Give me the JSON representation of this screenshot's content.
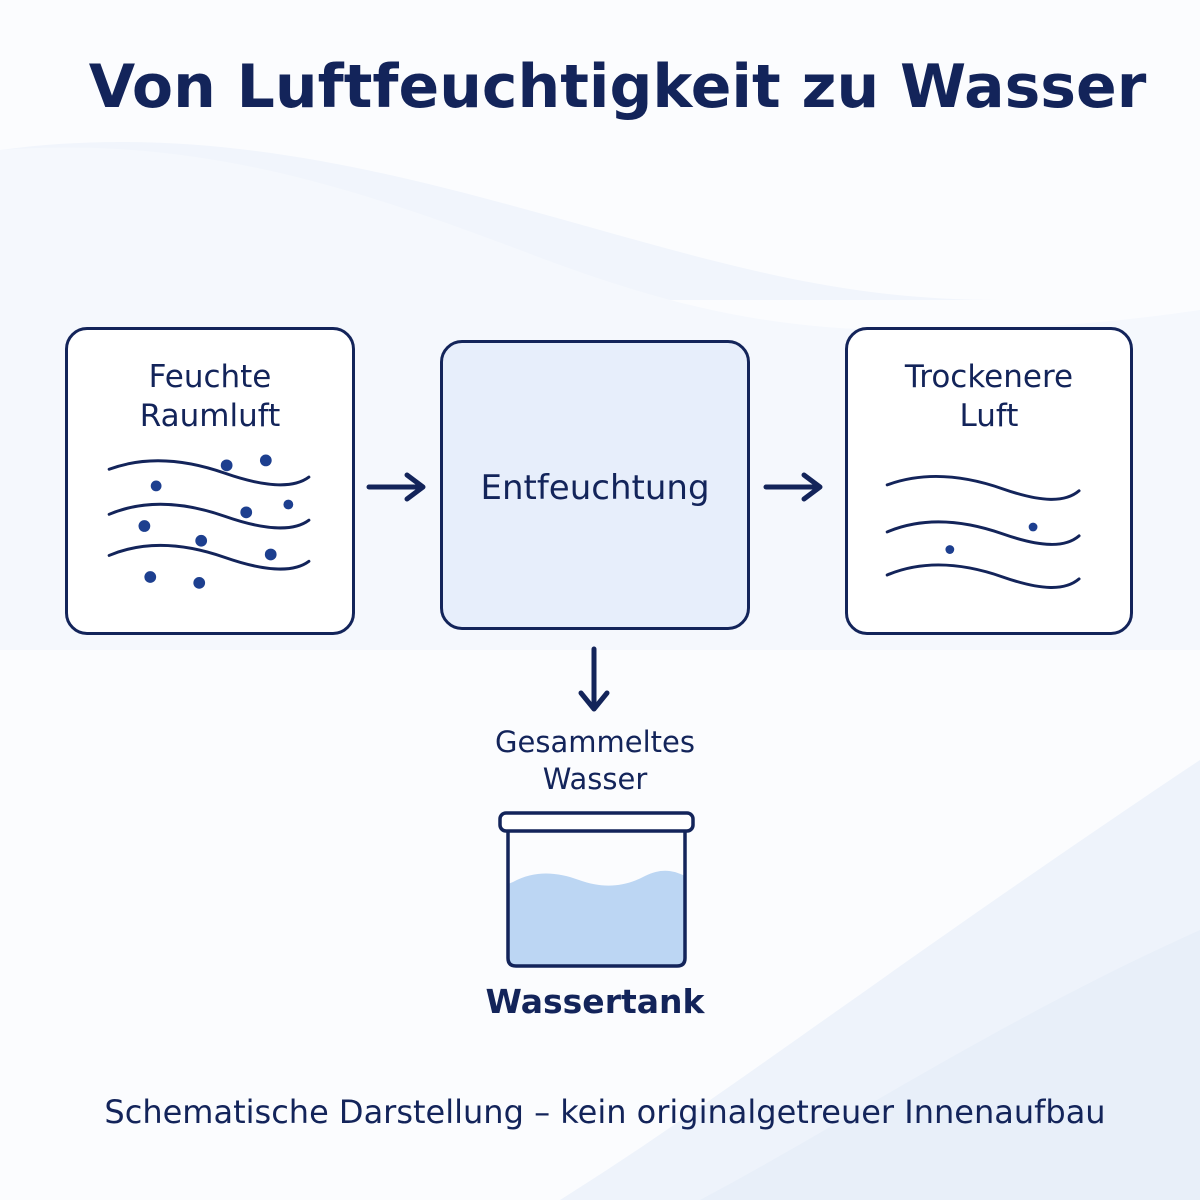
{
  "title": "Von Luftfeuchtigkeit zu Wasser",
  "nodes": {
    "humid_air": {
      "line1": "Feuchte",
      "line2": "Raumluft"
    },
    "dehumidification": {
      "label": "Entfeuchtung"
    },
    "dry_air": {
      "line1": "Trockenere",
      "line2": "Luft"
    },
    "collected_water": {
      "line1": "Gesammeltes",
      "line2": "Wasser"
    },
    "water_tank": {
      "label": "Wassertank"
    }
  },
  "footer": "Schematische Darstellung – kein originalgetreuer Innenaufbau",
  "colors": {
    "ink": "#13245a",
    "dot": "#1d3f8f",
    "panel_fill": "#e7eefb",
    "water": "#bcd6f3",
    "background_wave": "#eef3fb"
  }
}
